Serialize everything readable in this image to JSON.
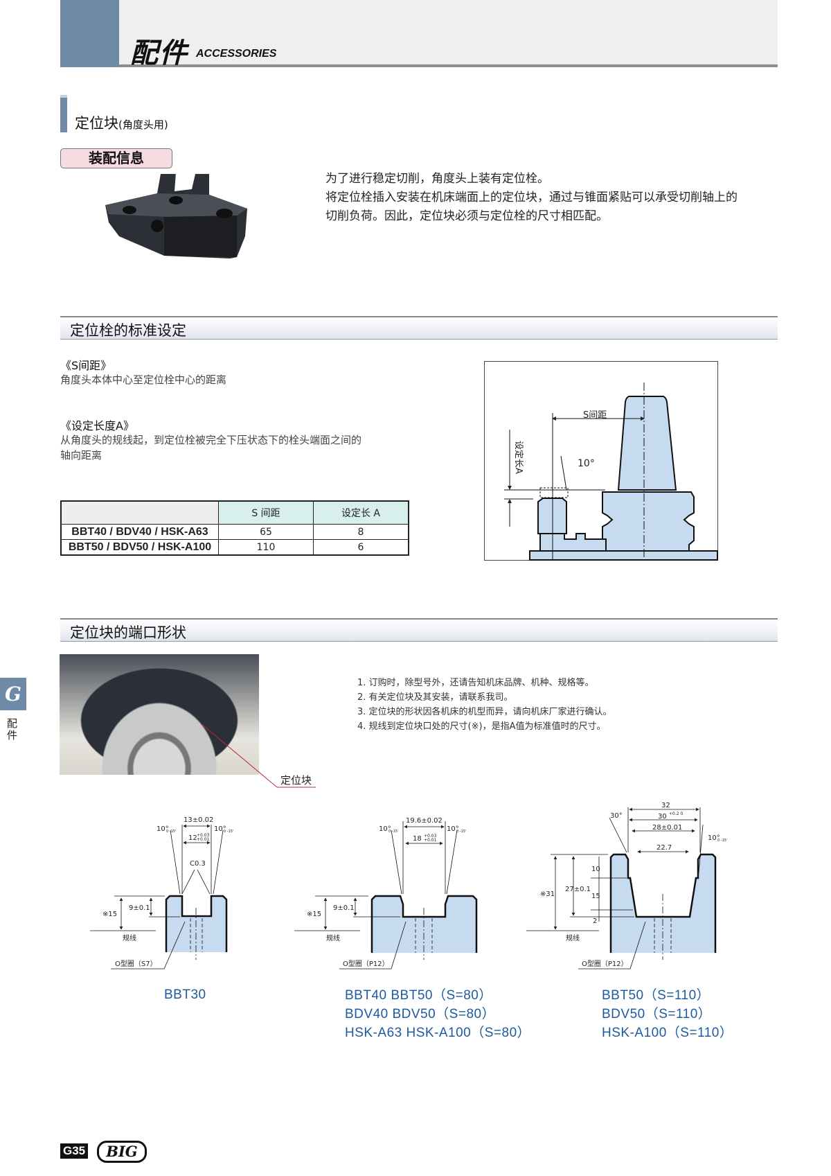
{
  "header": {
    "title": "配件",
    "subtitle": "ACCESSORIES"
  },
  "section": {
    "title": "定位块",
    "title_note": "(角度头用)",
    "badge": "装配信息"
  },
  "intro": [
    "为了进行稳定切削，角度头上装有定位栓。",
    "将定位栓插入安装在机床端面上的定位块，通过与锥面紧贴可以承受切削轴上的",
    "切削负荷。因此，定位块必须与定位栓的尺寸相匹配。"
  ],
  "standard": {
    "bar_title": "定位栓的标准设定",
    "s_label": "《S间距》",
    "s_desc": "角度头本体中心至定位栓中心的距离",
    "a_label": "《设定长度A》",
    "a_desc": [
      "从角度头的规线起，到定位栓被完全下压状态下的栓头端面之间的",
      "轴向距离"
    ],
    "table": {
      "headers": [
        "",
        "S 间距",
        "设定长 A"
      ],
      "rows": [
        [
          "BBT40 / BDV40 / HSK-A63",
          "65",
          "8"
        ],
        [
          "BBT50 / BDV50 / HSK-A100",
          "110",
          "6"
        ]
      ]
    },
    "diagram": {
      "s_label": "S间距",
      "a_label": "设定长A",
      "angle": "10°"
    }
  },
  "port": {
    "bar_title": "定位块的端口形状",
    "photo_label": "定位块",
    "notes": [
      "1. 订购时，除型号外，还请告知机床品牌、机种、规格等。",
      "2. 有关定位块及其安装，请联系我司。",
      "3. 定位块的形状因各机床的机型而异，请向机床厂家进行确认。",
      "4. 规线到定位块口处的尺寸(※)，是指A值为标准值时的尺寸。"
    ],
    "drawings": [
      {
        "dims": {
          "outer": "13±0.02",
          "inner": "12",
          "inner_tol_up": "+0.03",
          "inner_tol_dn": "+0.01",
          "angle": "10°",
          "angle_tol": "0 -15'",
          "chamfer": "C0.3",
          "depth": "9±0.1",
          "ref": "※15",
          "gauge_line": "规线",
          "oring": "O型圈（S7）"
        },
        "captions": [
          "BBT30"
        ]
      },
      {
        "dims": {
          "outer": "19.6±0.02",
          "inner": "18",
          "inner_tol_up": "+0.03",
          "inner_tol_dn": "+0.01",
          "angle": "10°",
          "angle_tol": "0 -15'",
          "depth": "9±0.1",
          "ref": "※15",
          "gauge_line": "规线",
          "oring": "O型圈（P12）"
        },
        "captions": [
          "BBT40  BBT50（S=80）",
          "BDV40  BDV50（S=80）",
          "HSK-A63  HSK-A100（S=80）"
        ]
      },
      {
        "dims": {
          "d32": "32",
          "d30": "30",
          "d30_tol": "+0.2 0",
          "d28": "28±0.01",
          "d227": "22.7",
          "angle30": "30°",
          "angle": "10°",
          "angle_tol": "0 -15'",
          "h10": "10",
          "h15": "15",
          "h2": "2",
          "depth": "27±0.1",
          "ref": "※31",
          "gauge_line": "规线",
          "oring": "O型圈（P12）"
        },
        "captions": [
          "BBT50（S=110）",
          "BDV50（S=110）",
          "HSK-A100（S=110）"
        ]
      }
    ]
  },
  "side_tab": {
    "letter": "G",
    "label": "配件"
  },
  "footer": {
    "page": "G35",
    "logo": "BIG"
  },
  "colors": {
    "accent_blue": "#6f8aa6",
    "part_fill": "#c6daf0",
    "caption_blue": "#1d5aa0",
    "badge_pink": "#f6dbe0",
    "table_header": "#d8f0ec"
  }
}
